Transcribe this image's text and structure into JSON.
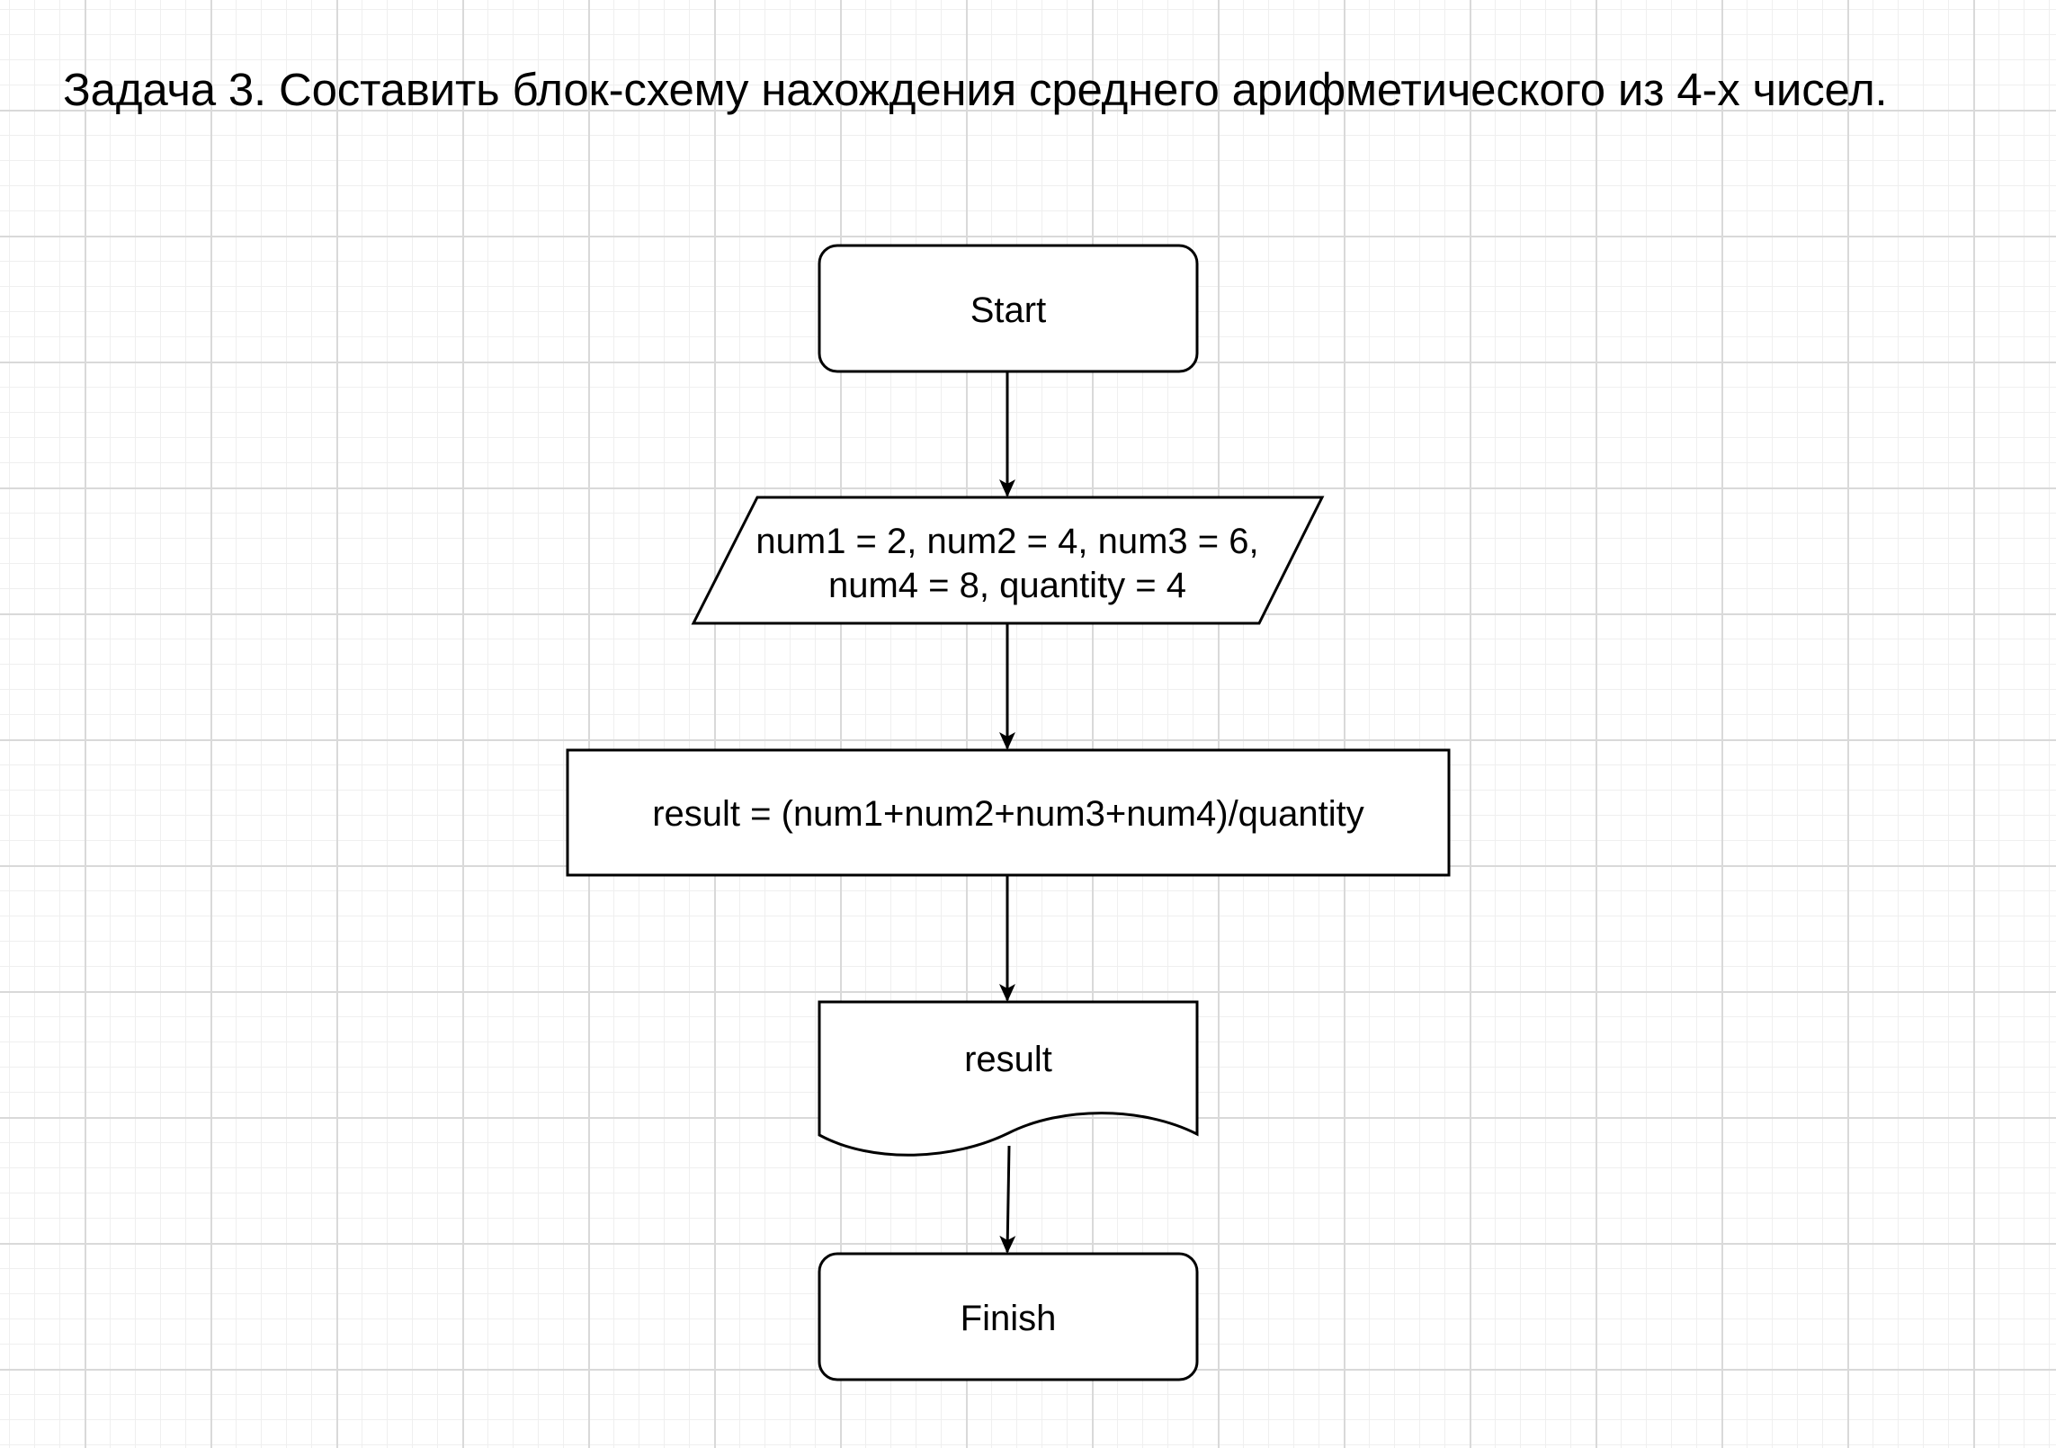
{
  "header": {
    "title": "Задача 3. Составить блок-схему нахождения среднего арифметического из 4-х чисел."
  },
  "flowchart": {
    "nodes": [
      {
        "id": "start",
        "shape": "terminator",
        "label": "Start"
      },
      {
        "id": "input",
        "shape": "parallelogram",
        "label_line1": "num1 = 2, num2 = 4, num3 = 6,",
        "label_line2": "num4 = 8, quantity = 4"
      },
      {
        "id": "process",
        "shape": "process",
        "label": "result = (num1+num2+num3+num4)/quantity"
      },
      {
        "id": "output",
        "shape": "document",
        "label": "result"
      },
      {
        "id": "finish",
        "shape": "terminator",
        "label": "Finish"
      }
    ],
    "edges": [
      {
        "from": "start",
        "to": "input"
      },
      {
        "from": "input",
        "to": "process"
      },
      {
        "from": "process",
        "to": "output"
      },
      {
        "from": "output",
        "to": "finish"
      }
    ]
  },
  "colors": {
    "stroke": "#000000",
    "fill": "#ffffff",
    "grid_minor": "#efefef",
    "grid_major": "#d9d9d9"
  }
}
